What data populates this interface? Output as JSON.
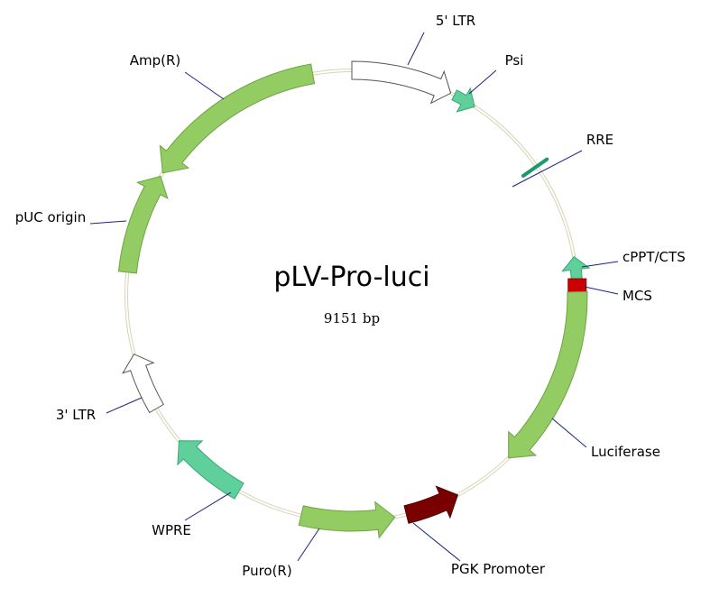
{
  "plasmid": {
    "name": "pLV-Pro-luci",
    "length_label": "9151 bp"
  },
  "features": [
    {
      "id": "ltr5",
      "label": "5' LTR",
      "kind": "arrow",
      "color": "#ffffff",
      "stroke": "#555555"
    },
    {
      "id": "psi",
      "label": "Psi",
      "kind": "arrow",
      "color": "#5fcf9b",
      "stroke": "#3aa878"
    },
    {
      "id": "rre",
      "label": "RRE",
      "kind": "tick",
      "color": "#1a9a6c",
      "stroke": "#1a9a6c"
    },
    {
      "id": "cppt",
      "label": "cPPT/CTS",
      "kind": "arrow",
      "color": "#5fcf9b",
      "stroke": "#3aa878"
    },
    {
      "id": "mcs",
      "label": "MCS",
      "kind": "box",
      "color": "#cc0000",
      "stroke": "#990000"
    },
    {
      "id": "luciferase",
      "label": "Luciferase",
      "kind": "arrow",
      "color": "#92cc62",
      "stroke": "#6ea345"
    },
    {
      "id": "pgk",
      "label": "PGK Promoter",
      "kind": "arrow",
      "color": "#7a0000",
      "stroke": "#4d0000"
    },
    {
      "id": "puro",
      "label": "Puro(R)",
      "kind": "arrow",
      "color": "#92cc62",
      "stroke": "#6ea345"
    },
    {
      "id": "wpre",
      "label": "WPRE",
      "kind": "arrow",
      "color": "#5fcf9b",
      "stroke": "#3aa878"
    },
    {
      "id": "ltr3",
      "label": "3' LTR",
      "kind": "arrow",
      "color": "#ffffff",
      "stroke": "#555555"
    },
    {
      "id": "puc",
      "label": "pUC origin",
      "kind": "arrow",
      "color": "#92cc62",
      "stroke": "#6ea345"
    },
    {
      "id": "amp",
      "label": "Amp(R)",
      "kind": "arrow",
      "color": "#92cc62",
      "stroke": "#6ea345"
    }
  ],
  "backbone_color": "#d8d4b4"
}
